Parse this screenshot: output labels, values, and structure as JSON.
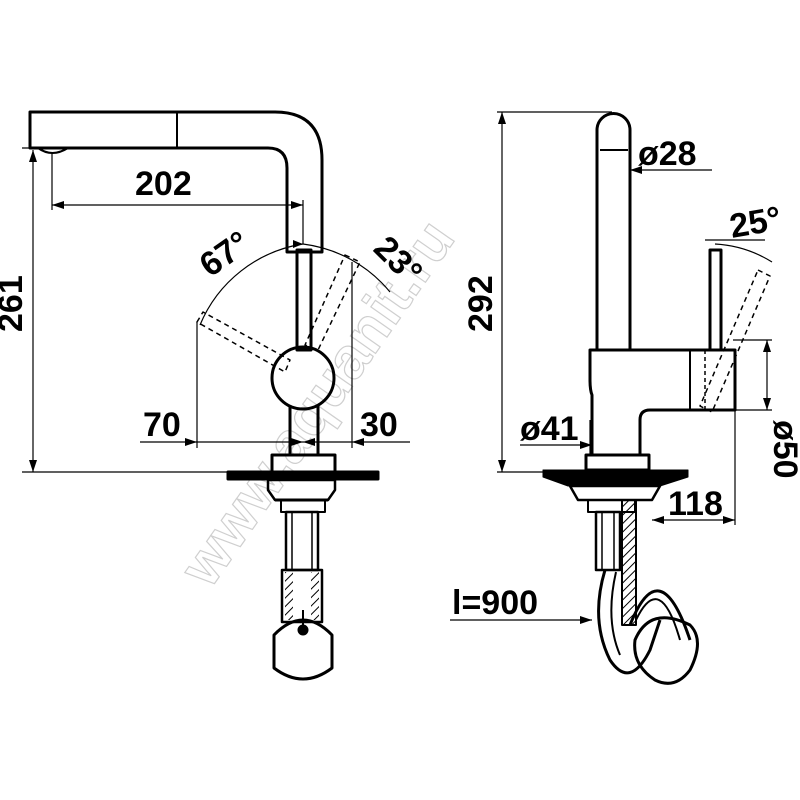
{
  "watermark": "www.aquanit.ru",
  "front_view": {
    "dim_width_spout": "202",
    "dim_height": "261",
    "angle_left": "67°",
    "angle_right": "23°",
    "offset_left": "70",
    "offset_right": "30"
  },
  "side_view": {
    "dim_height": "292",
    "diameter_spout": "ø28",
    "angle_lever": "25°",
    "diameter_base": "ø41",
    "diameter_body": "ø50",
    "depth": "118",
    "hose_length": "l=900"
  }
}
